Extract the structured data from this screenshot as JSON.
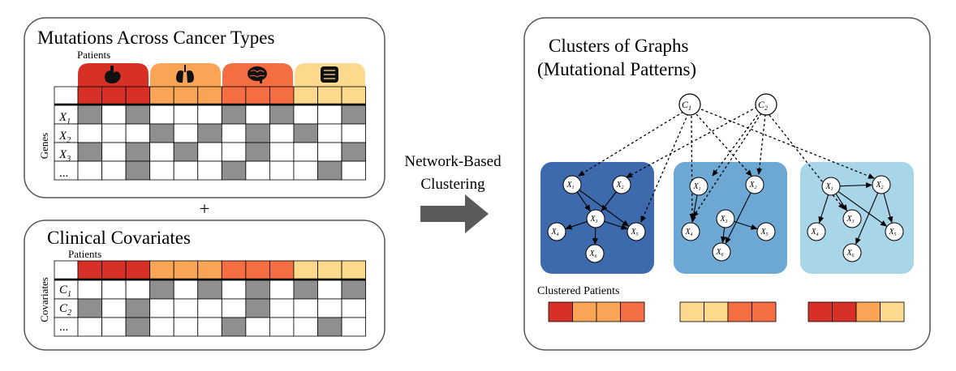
{
  "left_panel": {
    "mutations": {
      "title": "Mutations Across Cancer Types",
      "patients_label": "Patients",
      "genes_label": "Genes",
      "row_labels": [
        {
          "base": "X",
          "sub": "1"
        },
        {
          "base": "X",
          "sub": "2"
        },
        {
          "base": "X",
          "sub": "3"
        },
        {
          "base": "...",
          "sub": ""
        }
      ],
      "organ_icons": [
        "stomach-icon",
        "lungs-icon",
        "brain-icon",
        "intestine-icon"
      ],
      "matrix": [
        [
          1,
          0,
          1,
          0,
          0,
          0,
          1,
          0,
          1,
          0,
          0,
          1
        ],
        [
          0,
          0,
          0,
          1,
          0,
          1,
          0,
          1,
          0,
          1,
          0,
          0
        ],
        [
          1,
          0,
          1,
          0,
          1,
          0,
          0,
          1,
          0,
          0,
          0,
          1
        ],
        [
          0,
          0,
          1,
          0,
          0,
          0,
          1,
          0,
          0,
          0,
          1,
          0
        ]
      ]
    },
    "plus": "+",
    "covariates": {
      "title": "Clinical Covariates",
      "patients_label": "Patients",
      "covariates_label": "Covariates",
      "row_labels": [
        {
          "base": "C",
          "sub": "1"
        },
        {
          "base": "C",
          "sub": "2"
        },
        {
          "base": "...",
          "sub": ""
        }
      ],
      "matrix": [
        [
          0,
          0,
          0,
          1,
          0,
          1,
          0,
          1,
          0,
          1,
          0,
          1
        ],
        [
          1,
          0,
          1,
          0,
          0,
          0,
          0,
          1,
          0,
          0,
          0,
          0
        ],
        [
          0,
          0,
          1,
          0,
          0,
          0,
          1,
          0,
          0,
          0,
          1,
          0
        ]
      ]
    }
  },
  "arrow": {
    "label_line1": "Network-Based",
    "label_line2": "Clustering"
  },
  "right_panel": {
    "title_line1": "Clusters of Graphs",
    "title_line2": "(Mutational Patterns)",
    "top_nodes": [
      {
        "base": "C",
        "sub": "1"
      },
      {
        "base": "C",
        "sub": "2"
      }
    ],
    "clustered_patients_label": "Clustered Patients",
    "clusters": [
      {
        "color": "#3d69ad",
        "patients": [
          "#d73027",
          "#f9a555",
          "#f9a555",
          "#f46d43"
        ]
      },
      {
        "color": "#6da8d4",
        "patients": [
          "#fdd98e",
          "#fdd98e",
          "#f46d43",
          "#f46d43"
        ]
      },
      {
        "color": "#a9d5e8",
        "patients": [
          "#d73027",
          "#d73027",
          "#f9a555",
          "#fdd98e"
        ]
      }
    ]
  },
  "colors": {
    "cancer_type_1": "#d73027",
    "cancer_type_2": "#f9a555",
    "cancer_type_3": "#f46d43",
    "cancer_type_4": "#fdd98e",
    "mutation_cell": "#8f8f8f",
    "arrow": "#5a5a5a"
  }
}
